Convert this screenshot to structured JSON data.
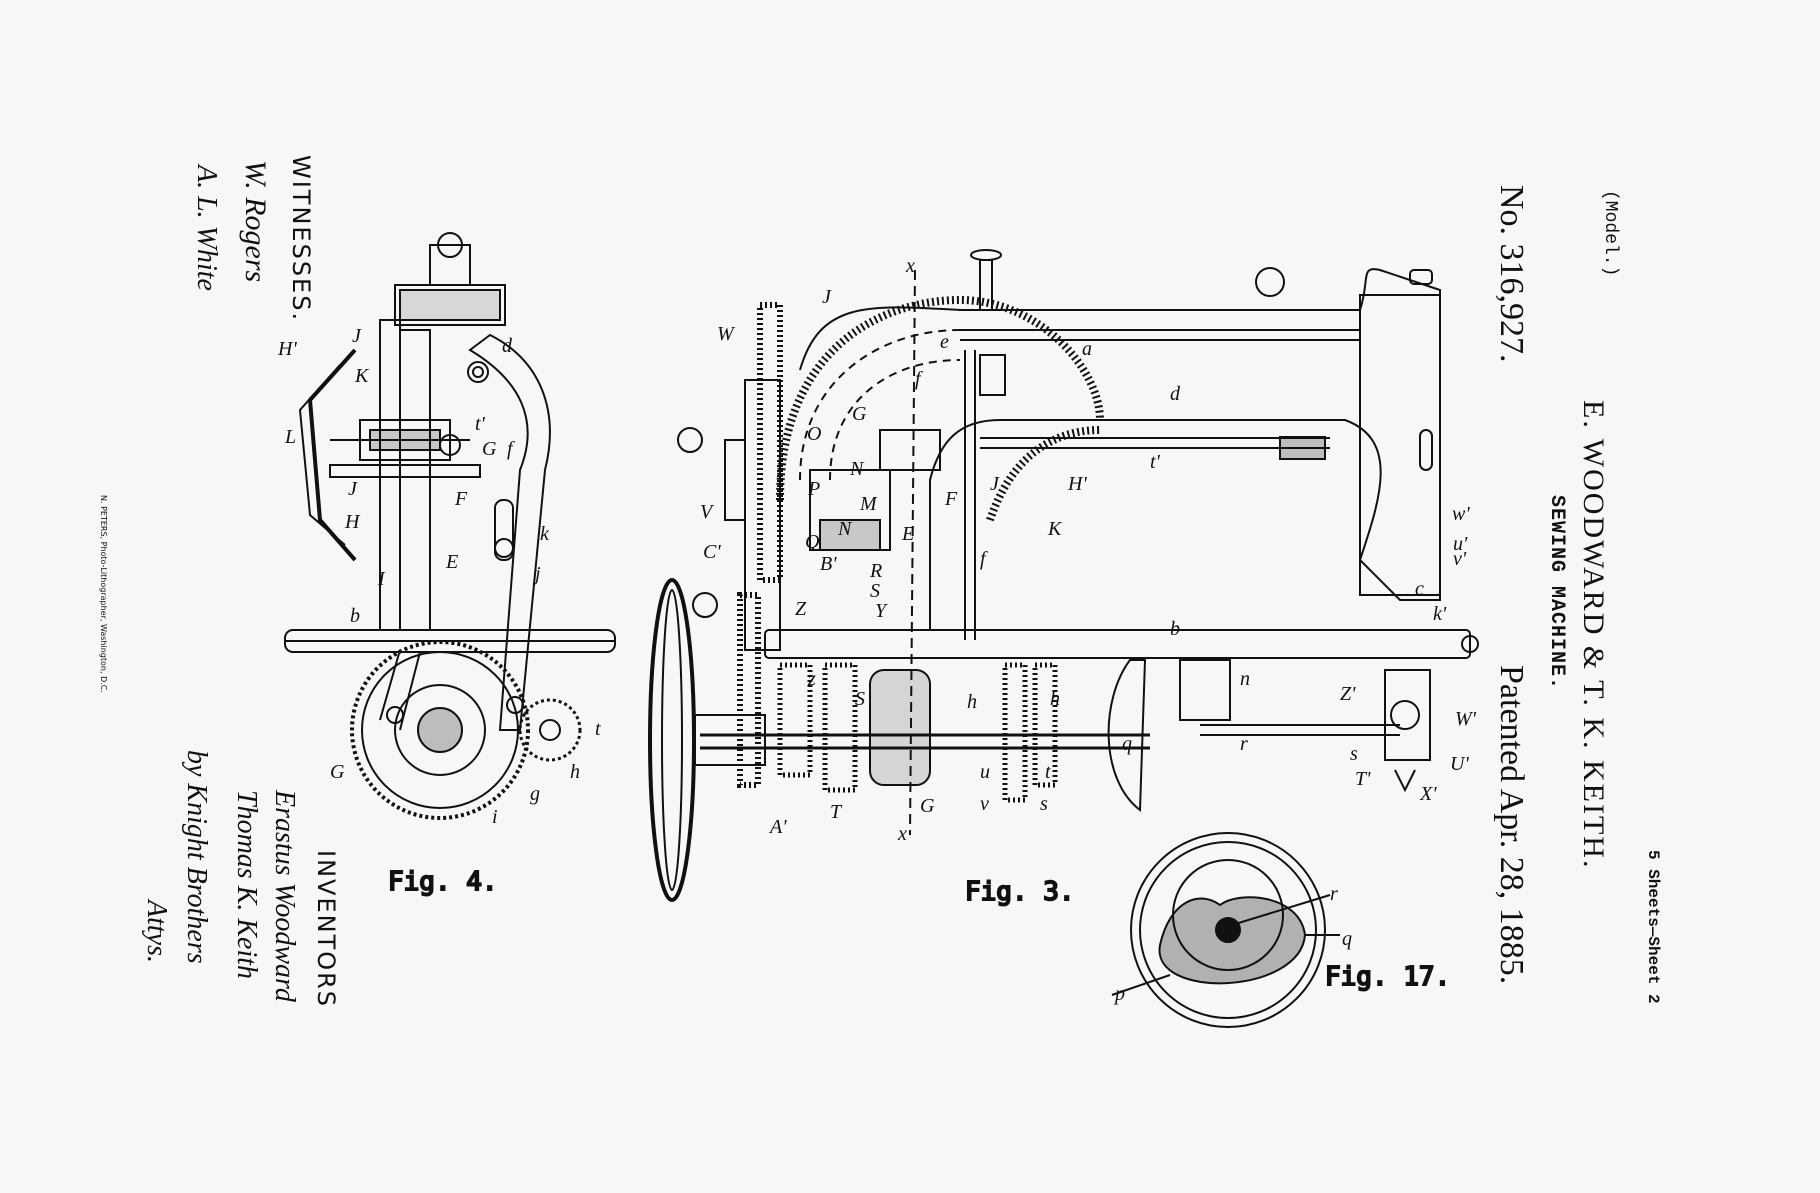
{
  "header": {
    "model": "(Model.)",
    "sheets": "5 Sheets—Sheet 2",
    "inventor_names": "E. WOODWARD & T. K. KEITH.",
    "title": "SEWING MACHINE.",
    "patent_no": "No. 316,927.",
    "patented": "Patented Apr. 28, 1885."
  },
  "witnesses": {
    "heading": "WITNESSES.",
    "sig1": "W. Rogers",
    "sig2": "A. L. White"
  },
  "inventors": {
    "heading": "INVENTORS",
    "sig1": "Erastus Woodward",
    "sig2": "Thomas K. Keith",
    "sig3": "by Knight Brothers",
    "sig4": "Attys."
  },
  "printer_credit": "N. PETERS, Photo-Lithographer, Washington, D.C.",
  "figures": {
    "fig4": "Fig. 4.",
    "fig3": "Fig. 3.",
    "fig17": "Fig. 17."
  },
  "fig4_labels": [
    "J",
    "H'",
    "K",
    "L",
    "J",
    "H",
    "I",
    "E",
    "b",
    "d",
    "t'",
    "G",
    "f",
    "F",
    "k",
    "j",
    "G",
    "i",
    "g",
    "h",
    "t"
  ],
  "fig3_labels": [
    "x",
    "W",
    "J",
    "a",
    "d",
    "e",
    "f",
    "G",
    "O",
    "P",
    "N",
    "M",
    "V",
    "Q",
    "N",
    "C'",
    "B'",
    "R",
    "S",
    "Z",
    "Y",
    "E",
    "F",
    "J",
    "H'",
    "K",
    "f",
    "t'",
    "w'",
    "u'",
    "v'",
    "c",
    "k'",
    "b",
    "n",
    "Z'",
    "W'",
    "s",
    "T'",
    "U'",
    "X'",
    "r",
    "q",
    "h",
    "h",
    "u",
    "t",
    "v",
    "s",
    "G",
    "T",
    "A'",
    "x",
    "z",
    "S"
  ],
  "fig17_labels": [
    "r",
    "q",
    "p"
  ],
  "colors": {
    "ink": "#111111",
    "paper": "#f7f7f5"
  }
}
